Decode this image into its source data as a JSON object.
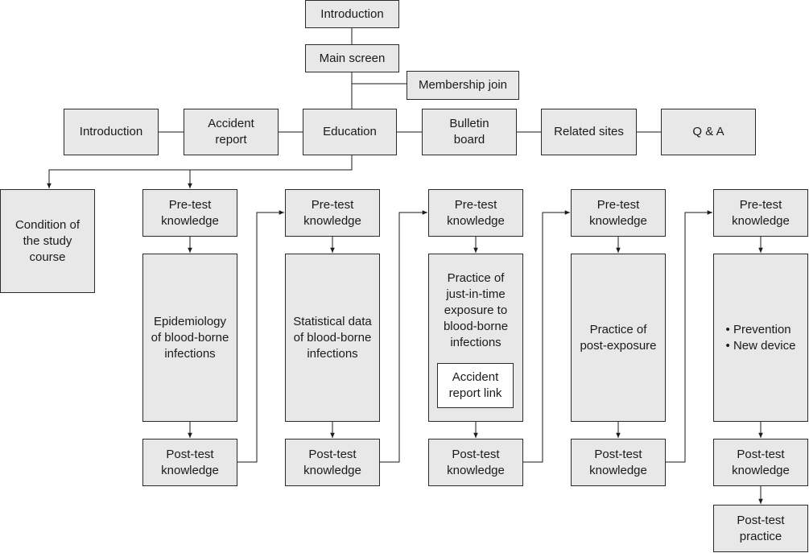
{
  "nodes": {
    "top_intro": "Introduction",
    "main_screen": "Main screen",
    "membership": "Membership join",
    "menu_intro": "Introduction",
    "accident_report": "Accident\nreport",
    "education": "Education",
    "bulletin": "Bulletin\nboard",
    "related": "Related sites",
    "qa": "Q & A",
    "condition": "Condition of\nthe study\ncourse"
  },
  "columns": [
    {
      "pre": "Pre-test\nknowledge",
      "content": "Epidemiology\nof blood-borne\ninfections",
      "post": "Post-test\nknowledge"
    },
    {
      "pre": "Pre-test\nknowledge",
      "content": "Statistical data\nof blood-borne\ninfections",
      "post": "Post-test\nknowledge"
    },
    {
      "pre": "Pre-test\nknowledge",
      "content": "Practice of\njust-in-time\nexposure to\nblood-borne\ninfections",
      "post": "Post-test\nknowledge",
      "link": "Accident\nreport link"
    },
    {
      "pre": "Pre-test\nknowledge",
      "content": "Practice of\npost-exposure",
      "post": "Post-test\nknowledge"
    },
    {
      "pre": "Pre-test\nknowledge",
      "bullets": [
        "Prevention",
        "New device"
      ],
      "post": "Post-test\nknowledge"
    }
  ],
  "final": "Post-test\npractice"
}
